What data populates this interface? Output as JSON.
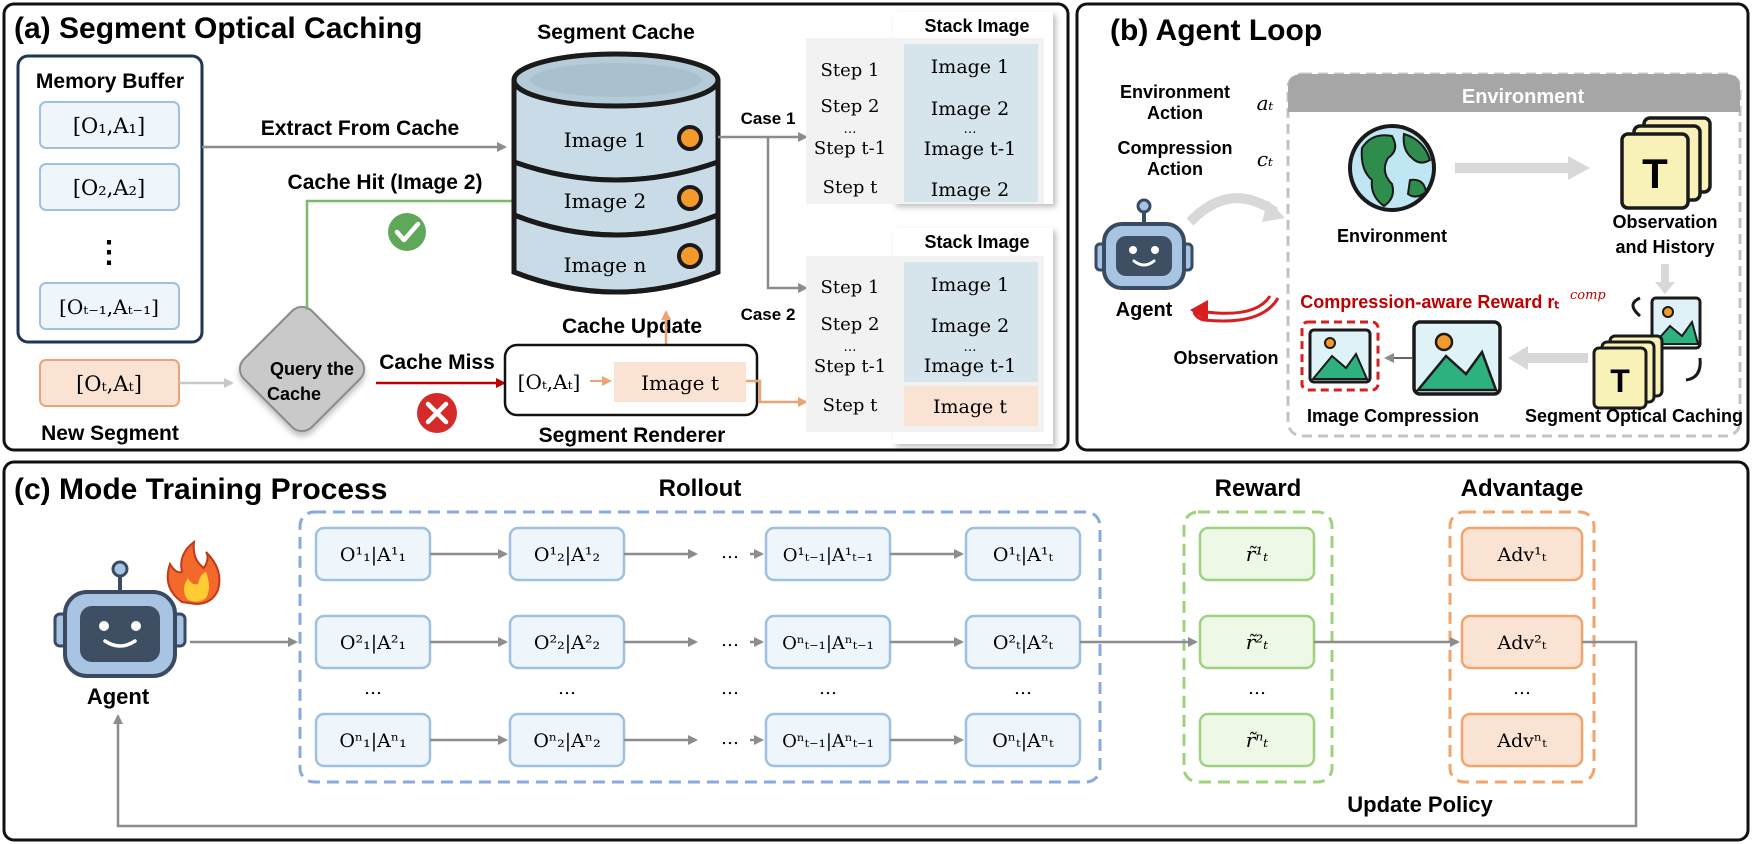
{
  "panel_a": {
    "title": "(a) Segment Optical Caching",
    "memory_buffer": {
      "title": "Memory Buffer",
      "items": [
        "[O₁,A₁]",
        "[O₂,A₂]",
        "⋮",
        "[Oₜ₋₁,Aₜ₋₁]"
      ]
    },
    "new_segment": {
      "label": "New Segment",
      "value": "[Oₜ,Aₜ]"
    },
    "extract_label": "Extract From Cache",
    "cache_hit_label": "Cache Hit (Image 2)",
    "query_label_1": "Query the",
    "query_label_2": "Cache",
    "cache_miss_label": "Cache Miss",
    "segment_cache_title": "Segment Cache",
    "cache_images": [
      "Image 1",
      "Image 2",
      "Image n"
    ],
    "cache_update_label": "Cache Update",
    "renderer": {
      "label": "Segment Renderer",
      "input": "[Oₜ,Aₜ]",
      "output": "Image t"
    },
    "case1": {
      "label": "Case 1",
      "title": "Stack Image",
      "steps": [
        "Step 1",
        "Step 2",
        "…",
        "Step t-1",
        "Step t"
      ],
      "images": [
        "Image 1",
        "Image 2",
        "…",
        "Image t-1",
        "Image 2"
      ]
    },
    "case2": {
      "label": "Case 2",
      "title": "Stack Image",
      "steps": [
        "Step 1",
        "Step 2",
        "…",
        "Step t-1",
        "Step t"
      ],
      "images": [
        "Image 1",
        "Image 2",
        "…",
        "Image t-1",
        "Image t"
      ]
    }
  },
  "panel_b": {
    "title": "(b) Agent Loop",
    "env_action_1": "Environment",
    "env_action_2": "Action",
    "env_action_symbol": "aₜ",
    "comp_action_1": "Compression",
    "comp_action_2": "Action",
    "comp_action_symbol": "cₜ",
    "agent_label": "Agent",
    "observation_label": "Observation",
    "environment_header": "Environment",
    "environment_label": "Environment",
    "obs_history_1": "Observation",
    "obs_history_2": "and History",
    "reward_label": "Compression-aware Reward rₜ",
    "reward_superscript": "comp",
    "image_compression_label": "Image Compression",
    "soc_label": "Segment Optical Caching",
    "t_glyph": "T"
  },
  "panel_c": {
    "title": "(c) Mode Training Process",
    "agent_label": "Agent",
    "rollout_title": "Rollout",
    "reward_title": "Reward",
    "advantage_title": "Advantage",
    "update_policy_label": "Update Policy",
    "ellipsis": "…",
    "rows": [
      {
        "cells": [
          "O¹₁|A¹₁",
          "O¹₂|A¹₂",
          "O¹ₜ₋₁|A¹ₜ₋₁",
          "O¹ₜ|A¹ₜ"
        ],
        "reward": "r̃¹ₜ",
        "adv": "Adv¹ₜ"
      },
      {
        "cells": [
          "O²₁|A²₁",
          "O²₂|A²₂",
          "Oⁿₜ₋₁|Aⁿₜ₋₁",
          "O²ₜ|A²ₜ"
        ],
        "reward": "r̃²ₜ",
        "adv": "Adv²ₜ"
      },
      {
        "cells": [
          "Oⁿ₁|Aⁿ₁",
          "Oⁿ₂|Aⁿ₂",
          "Oⁿₜ₋₁|Aⁿₜ₋₁",
          "Oⁿₜ|Aⁿₜ"
        ],
        "reward": "r̃ⁿₜ",
        "adv": "Advⁿₜ"
      }
    ]
  },
  "colors": {
    "memory_border": "#1f3553",
    "light_blue_fill": "#eef5fb",
    "light_blue_border": "#9fc0de",
    "peach_fill": "#fbe3d4",
    "peach_border": "#e9a37a",
    "green_arrow": "#7bb86a",
    "red_arrow": "#c00000",
    "orange_arrow": "#eaa476",
    "gray_arrow": "#8c8c8c",
    "rollout_border": "#8aa9dd",
    "reward_border": "#9ed27f",
    "reward_fill": "#eef8e6",
    "advantage_border": "#f2a46d",
    "stack_fill": "#d6e4ec",
    "cache_drum": "#c9dbe6"
  },
  "icons": [
    "database-icon",
    "check-icon",
    "cross-icon",
    "robot-icon",
    "globe-icon",
    "document-stack-icon",
    "image-icon",
    "fire-icon"
  ]
}
